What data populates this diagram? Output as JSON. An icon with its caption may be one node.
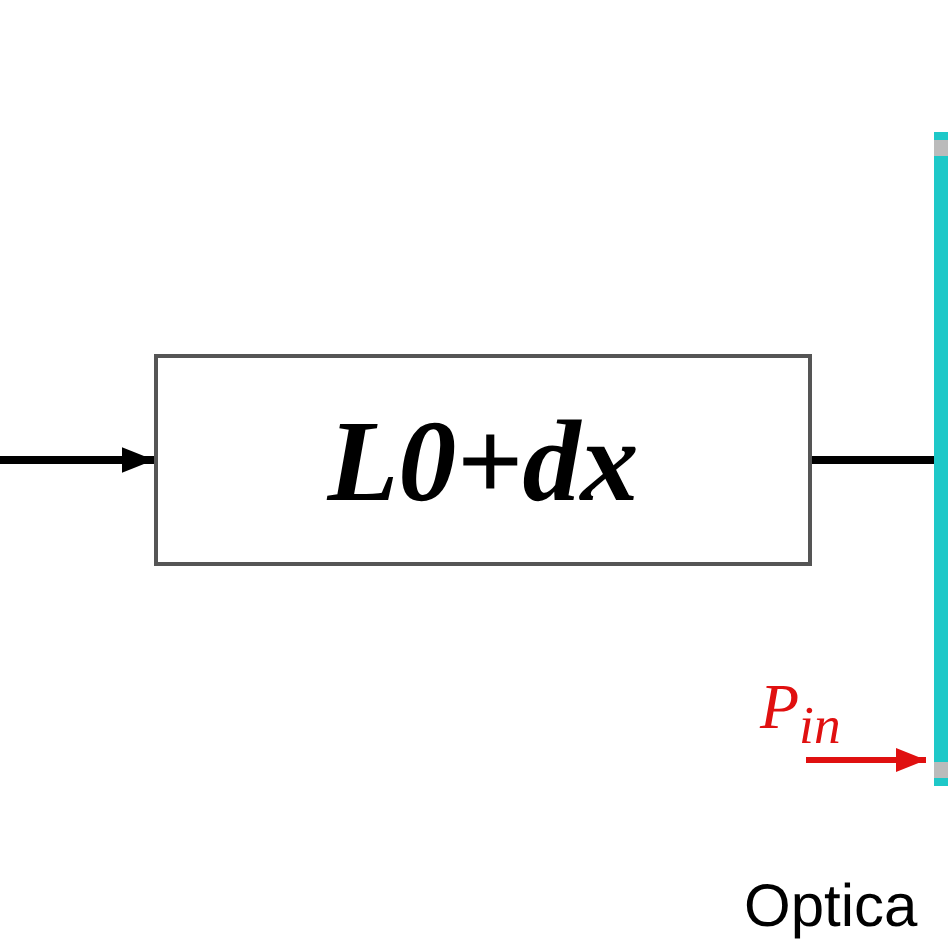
{
  "diagram": {
    "nodes": [
      {
        "text": [
          "L0+dx"
        ]
      },
      {
        "text": [],
        "shape": "bar"
      }
    ],
    "edges": [
      {
        "from": null,
        "to": 0,
        "arrow": "to"
      },
      {
        "from": 0,
        "to": 1,
        "arrow": "none"
      },
      {
        "from": null,
        "to": 1,
        "arrow": "to",
        "color": "#e01010"
      }
    ],
    "labels": [
      "P$_{in}$",
      "Optica"
    ]
  }
}
